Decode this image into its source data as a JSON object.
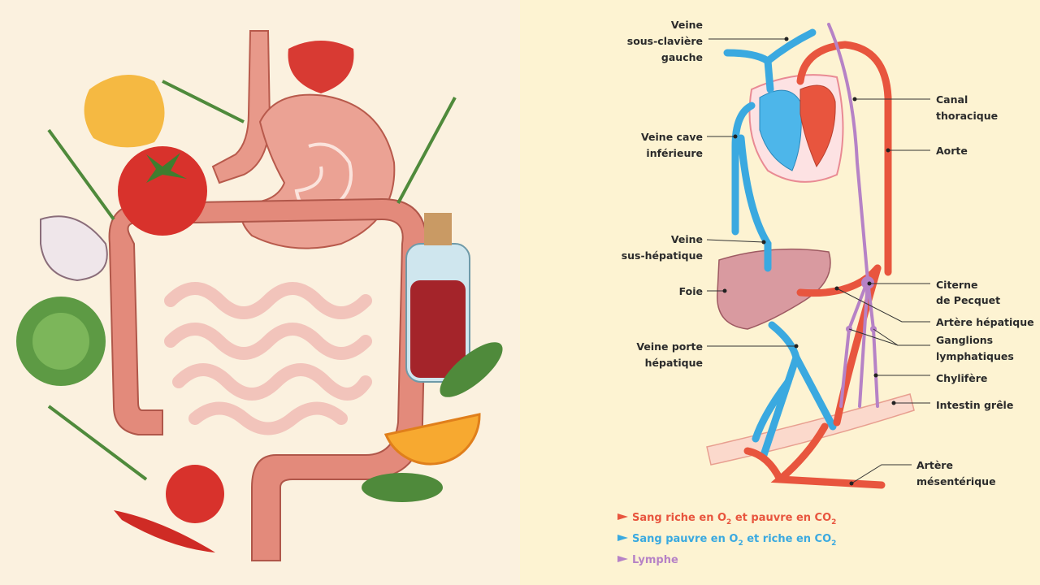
{
  "colors": {
    "left_background": "#fbf1df",
    "right_background": "#fdf3d2",
    "oxygenated_blood": "#e8553e",
    "deoxygenated_blood": "#3aa9e0",
    "lymph": "#b682c6"
  },
  "illustration": {
    "subject": "digestive-system-with-foods"
  },
  "diagram": {
    "labels_left": {
      "veine_sous_claviere": [
        "Veine",
        "sous-clavière",
        "gauche"
      ],
      "veine_cave": [
        "Veine cave",
        "inférieure"
      ],
      "veine_sus_hepatique": [
        "Veine",
        "sus-hépatique"
      ],
      "foie": [
        "Foie"
      ],
      "veine_porte": [
        "Veine porte",
        "hépatique"
      ]
    },
    "labels_right": {
      "canal_thoracique": [
        "Canal",
        "thoracique"
      ],
      "aorte": [
        "Aorte"
      ],
      "citerne": [
        "Citerne",
        "de Pecquet"
      ],
      "artere_hepatique": [
        "Artère hépatique"
      ],
      "ganglions": [
        "Ganglions",
        "lymphatiques"
      ],
      "chylifere": [
        "Chylifère"
      ],
      "intestin": [
        "Intestin grêle"
      ],
      "artere_mesenterique": [
        "Artère",
        "mésentérique"
      ]
    },
    "legend": [
      {
        "prefix": "Sang riche en O",
        "sub1": "2",
        "mid": " et pauvre en CO",
        "sub2": "2",
        "color": "#e8553e"
      },
      {
        "prefix": "Sang pauvre en O",
        "sub1": "2",
        "mid": " et riche en CO",
        "sub2": "2",
        "color": "#3aa9e0"
      },
      {
        "prefix": "Lymphe",
        "sub1": "",
        "mid": "",
        "sub2": "",
        "color": "#b682c6"
      }
    ]
  }
}
